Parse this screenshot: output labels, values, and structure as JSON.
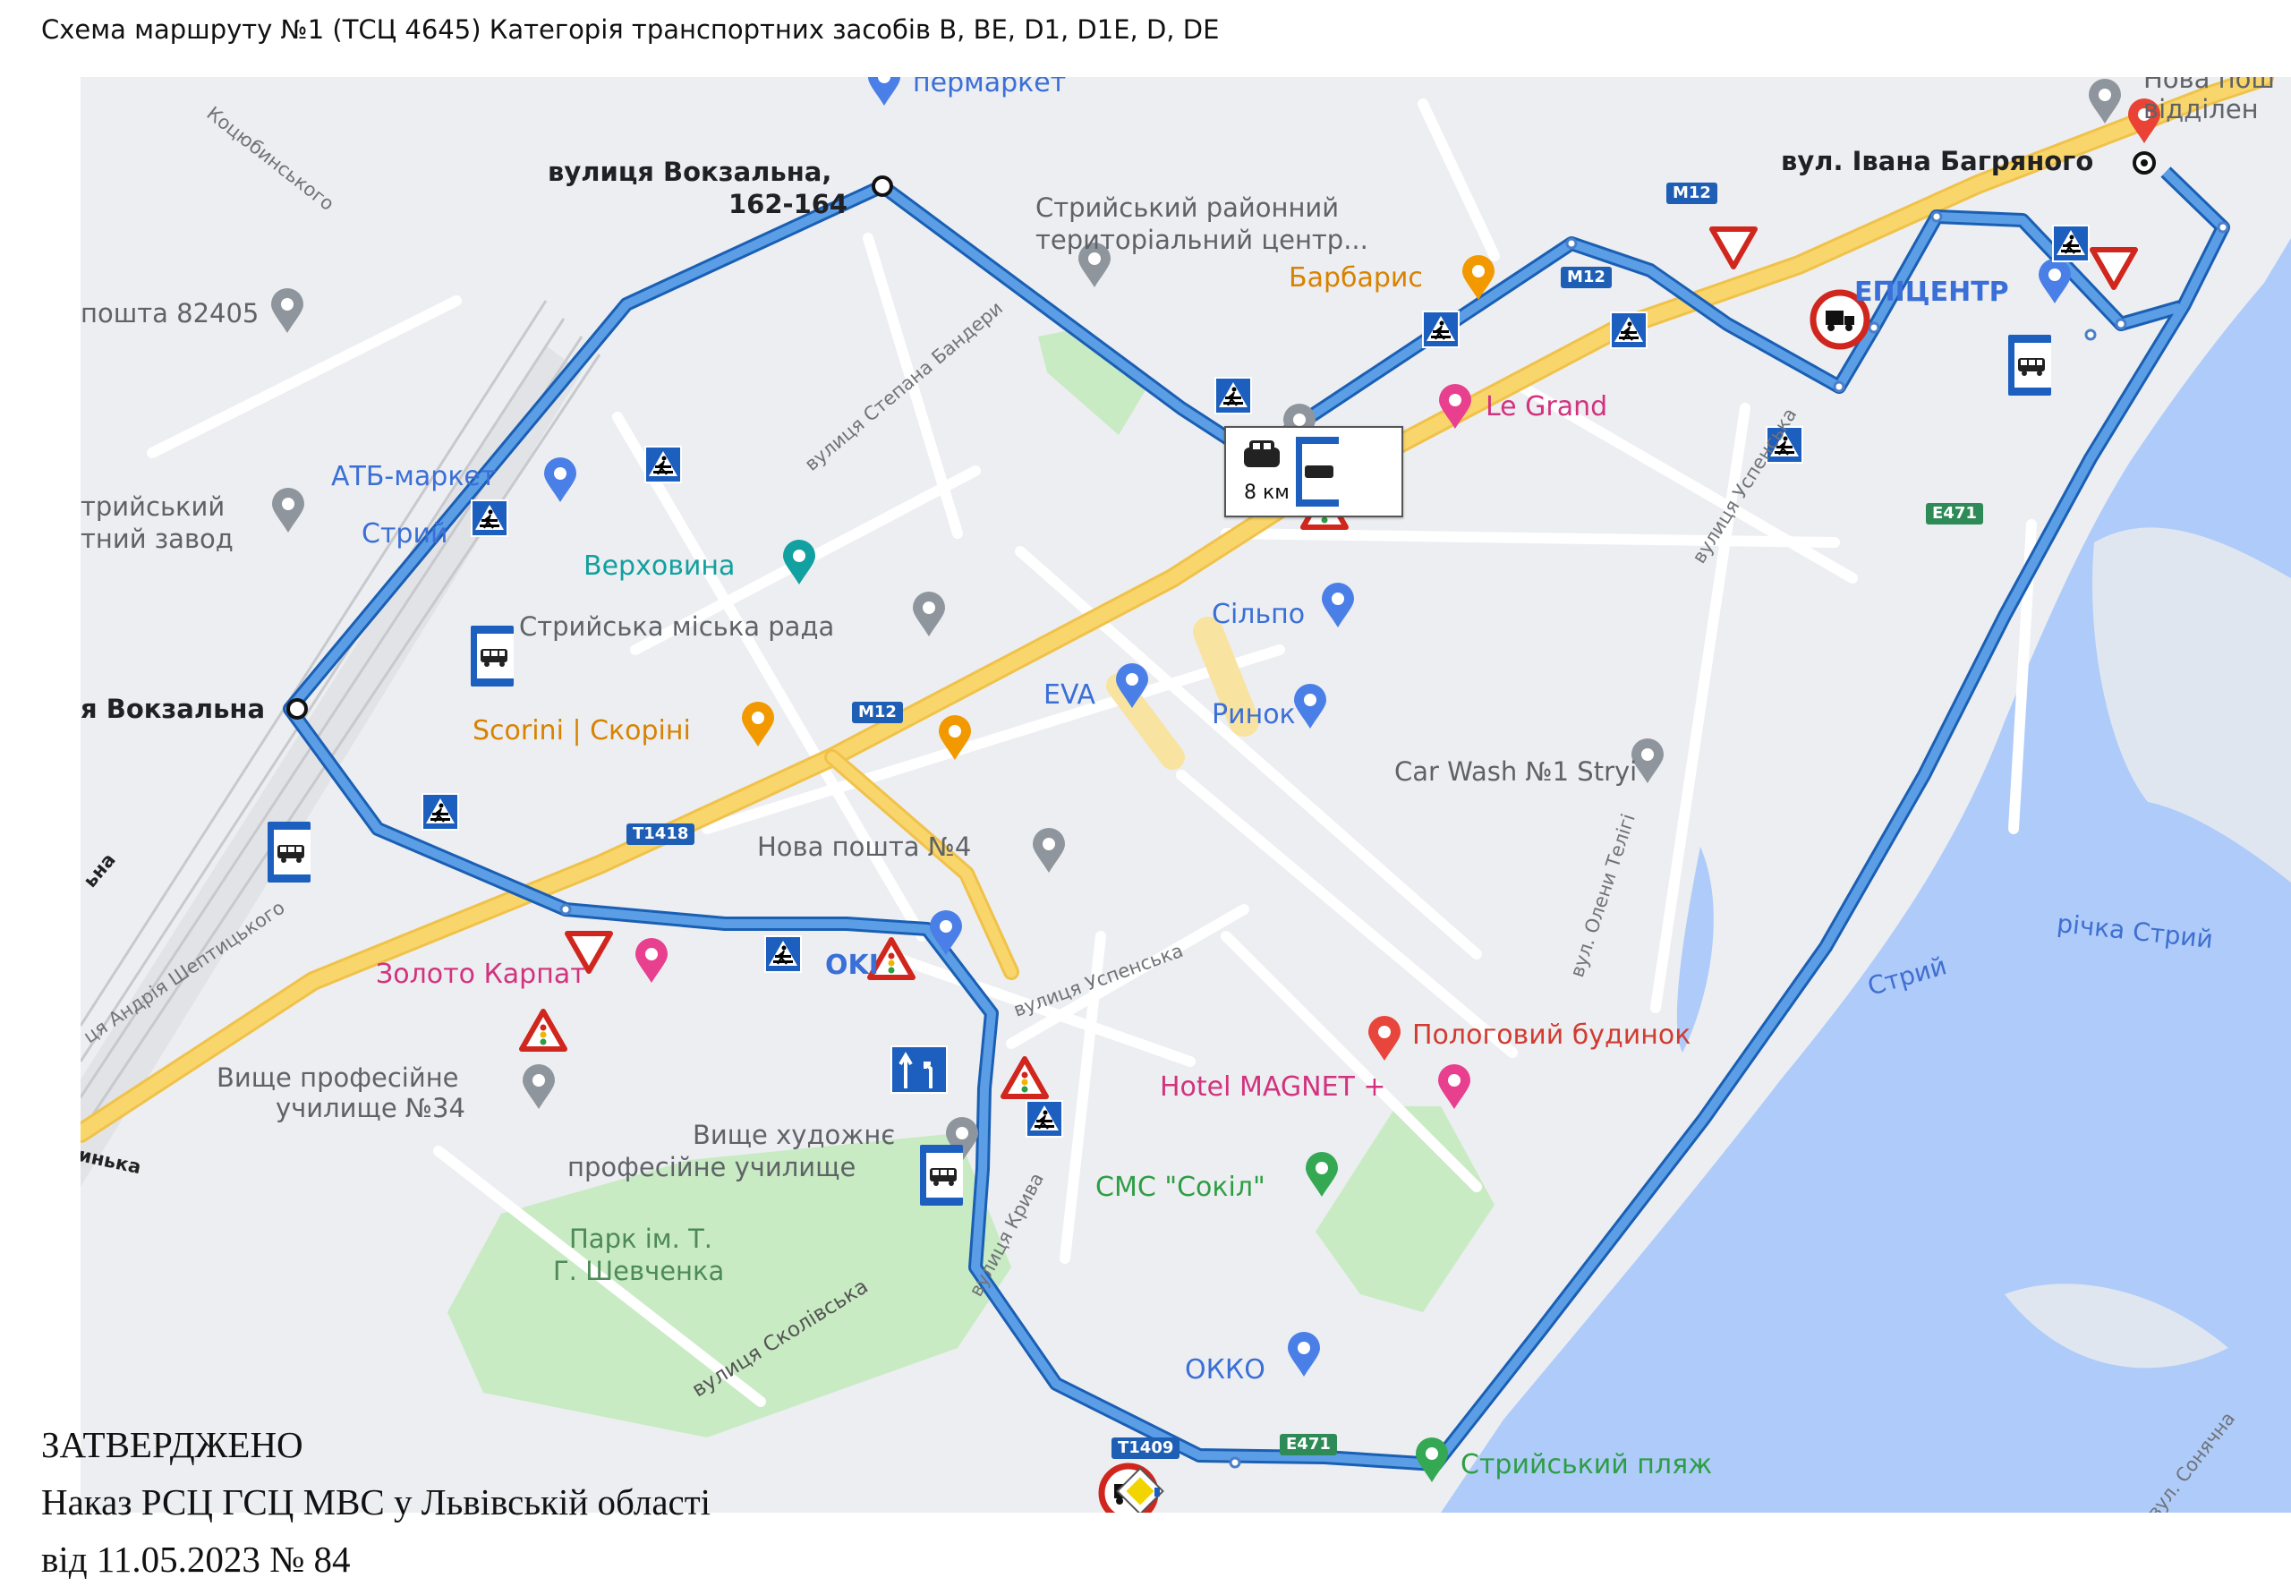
{
  "header": {
    "title": "Схема маршруту №1 (ТСЦ 4645) Категорія транспортних засобів B, BE, D1, D1E, D, DE"
  },
  "route_labels": {
    "start": "вулиця Вокзальна, 162-164",
    "start_line1": "вулиця Вокзальна,",
    "start_line2": "162-164",
    "left_point": "я Вокзальна",
    "end": "вул. Івана Багряного"
  },
  "places": {
    "stryi_district_center_line1": "Стрийський районний",
    "stryi_district_center_line2": "територіальний центр...",
    "barbaris": "Барбарис",
    "le_grand": "Le Grand",
    "epicentr": "ЕПІЦЕНТР",
    "nova_poshta_corner_line1": "Нова пош",
    "nova_poshta_corner_line2": "відділен",
    "supermarket_top": "пермаркет",
    "atb": "АТБ-маркет",
    "stryi_plant_line1": "трийський",
    "stryi_plant_line2": "тний завод",
    "stryi_short": "Стрий",
    "post_82405": "пошта 82405",
    "verkhovyna": "Верховина",
    "city_council": "Стрийська міська рада",
    "scorini": "Scorini | Скоріні",
    "eva": "EVA",
    "silpo": "Сільпо",
    "rynok": "Ринок",
    "car_wash": "Car Wash №1 Stryi",
    "nova_poshta_4": "Нова пошта №4",
    "zoloto_karpat": "Золото Карпат",
    "okko_mid": "OKI",
    "higher_school_34_line1": "Вище професійне",
    "higher_school_34_line2": "училище №34",
    "art_school_line1": "Вище художнє",
    "art_school_line2": "професійне училище",
    "maternity": "Пологовий будинок",
    "hotel_magnet": "Hotel MAGNET +",
    "sms_sokil": "СМС \"Сокіл\"",
    "park_line1": "Парк ім. Т.",
    "park_line2": "Г. Шевченка",
    "okko_bottom": "ОККО",
    "stryi_beach": "Стрийський пляж"
  },
  "streets": {
    "kotsiubynskoho": "Коцюбинського",
    "stepana_bandery": "вулиця Степана Бандери",
    "uspenska_top": "вулиця Успенська",
    "uspenska_mid": "вулиця Успенська",
    "sheptytskoho": "ця Андрія Шептицького",
    "skolivska": "вулиця Сколівська",
    "kryva": "вулиця Крива",
    "oleny_telihy": "вул. Олени Телігі",
    "soniachna": "вул. Сонячна",
    "left_edge_top": "ьна",
    "left_edge_bottom": "инька"
  },
  "water": {
    "river": "річка Стрий",
    "stryi": "Стрий"
  },
  "road_shields": {
    "m12_a": "M12",
    "m12_b": "M12",
    "m12_c": "M12",
    "e471_a": "E471",
    "e471_b": "E471",
    "t1418": "T1418",
    "t1409": "T1409"
  },
  "distance_box": {
    "text": "8 км"
  },
  "approval": {
    "line1": "ЗАТВЕРДЖЕНО",
    "line2": "Наказ РСЦ ГСЦ МВС у Львівській області",
    "line3": "від 11.05.2023 № 84"
  },
  "colors": {
    "route": "#5b9ee6",
    "route_outline": "#1a5fb4",
    "water": "#aecbfa",
    "park": "#c8ebc3",
    "highway": "#f9d66b",
    "land": "#eceef1",
    "sign_blue": "#1c5fbf",
    "sign_red": "#d0261d"
  },
  "icons": [
    "pedestrian-crossing-sign",
    "bus-stop-sign",
    "yield-sign",
    "traffic-light-warning-sign",
    "no-trucks-sign",
    "lane-direction-sign",
    "priority-road-sign",
    "destination-pin-icon",
    "poi-pin-icon"
  ]
}
